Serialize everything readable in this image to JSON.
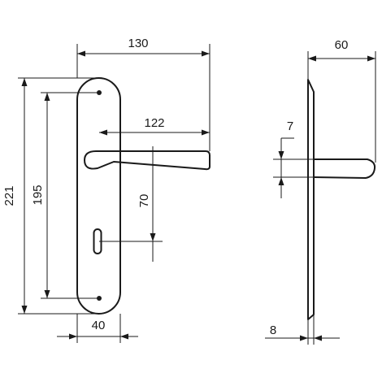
{
  "dimensions": {
    "overall_width": "130",
    "handle_projection": "122",
    "overall_height": "221",
    "screw_spacing": "195",
    "handle_to_keyhole": "70",
    "plate_width": "40",
    "side_depth": "60",
    "handle_thickness": "7",
    "plate_thickness": "8"
  }
}
